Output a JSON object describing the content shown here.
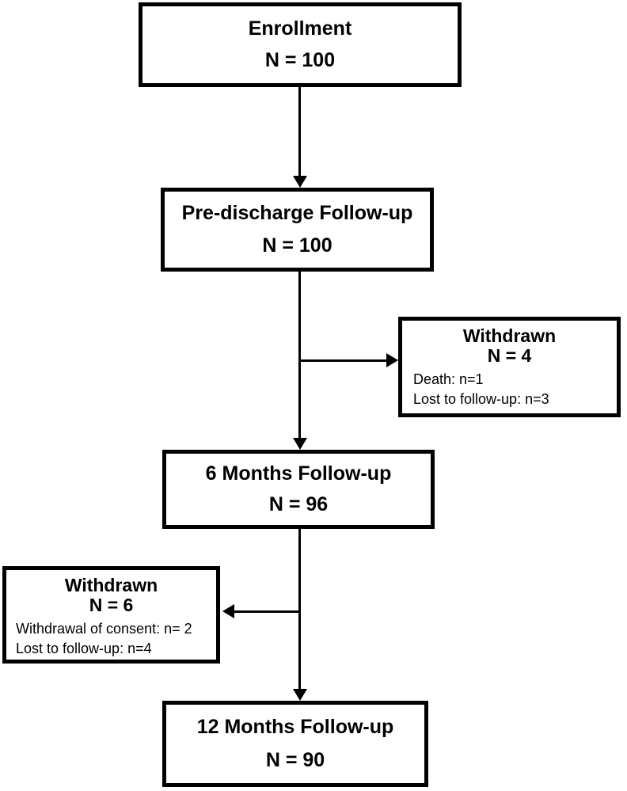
{
  "diagram": {
    "boxes": {
      "enrollment": {
        "title": "Enrollment",
        "count": "N = 100"
      },
      "pre_discharge": {
        "title": "Pre-discharge Follow-up",
        "count": "N = 100"
      },
      "withdrawn_right": {
        "title": "Withdrawn",
        "count": "N = 4",
        "details": [
          "Death: n=1",
          "Lost to follow-up: n=3"
        ]
      },
      "six_months": {
        "title": "6 Months Follow-up",
        "count": "N = 96"
      },
      "withdrawn_left": {
        "title": "Withdrawn",
        "count": "N = 6",
        "details": [
          "Withdrawal of consent: n= 2",
          "Lost to follow-up: n=4"
        ]
      },
      "twelve_months": {
        "title": "12 Months Follow-up",
        "count": "N = 90"
      }
    },
    "colors": {
      "box_border": "#000000",
      "box_background": "#ffffff",
      "text": "#000000",
      "connector": "#000000"
    }
  }
}
